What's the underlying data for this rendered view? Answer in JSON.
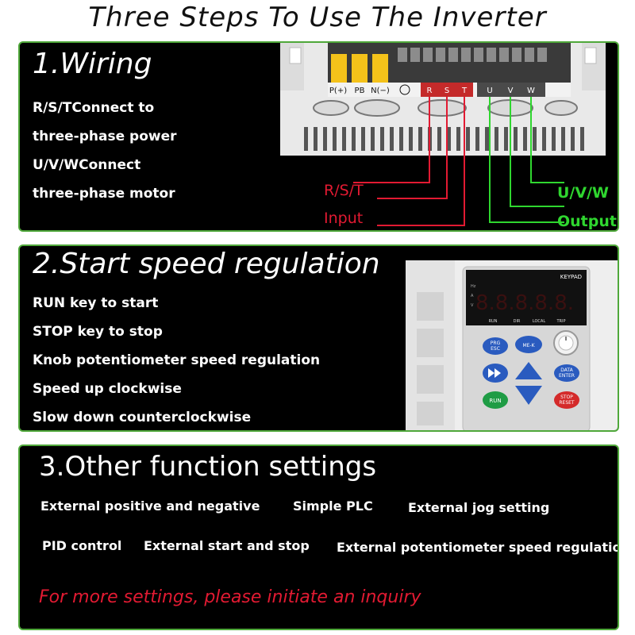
{
  "title": "Three Steps To Use The Inverter",
  "wiring": {
    "heading": "1.Wiring",
    "lines": [
      "R/S/TConnect to",
      "three-phase power",
      "U/V/WConnect",
      "three-phase motor"
    ],
    "input_label": "R/S/T",
    "input_caption": "Input",
    "output_label": "U/V/W",
    "output_caption": "Output",
    "terminals_left": [
      "P(+)",
      "PB",
      "N(−)"
    ],
    "terminals_right": [
      "R",
      "S",
      "T",
      "U",
      "V",
      "W"
    ],
    "input_color": "#e21a32",
    "output_color": "#2fd62f"
  },
  "speed": {
    "heading": "2.Start speed regulation",
    "lines": [
      "RUN key to start",
      "STOP key to stop",
      "Knob potentiometer speed regulation",
      "Speed up clockwise",
      "Slow down counterclockwise"
    ],
    "keypad": {
      "brand": "KEYPAD",
      "display": "8.8.8.8.8.",
      "indicators": [
        "RUN",
        "DIR",
        "LOCAL",
        "TRIP"
      ],
      "unit_labels": [
        "Hz",
        "A",
        "V"
      ],
      "prg_key": [
        "PRG",
        "ESC"
      ],
      "mk_key": "ME-K",
      "data_key": [
        "DATA",
        "ENTER"
      ],
      "run_key": "RUN",
      "stop_key": [
        "STOP",
        "RESET"
      ]
    }
  },
  "functions": {
    "heading": "3.Other function settings",
    "items": [
      "External positive and negative",
      "Simple PLC",
      "External jog setting",
      "PID control",
      "External start and stop",
      "External potentiometer speed regulation"
    ],
    "inquiry": "For more settings, please initiate an inquiry"
  }
}
